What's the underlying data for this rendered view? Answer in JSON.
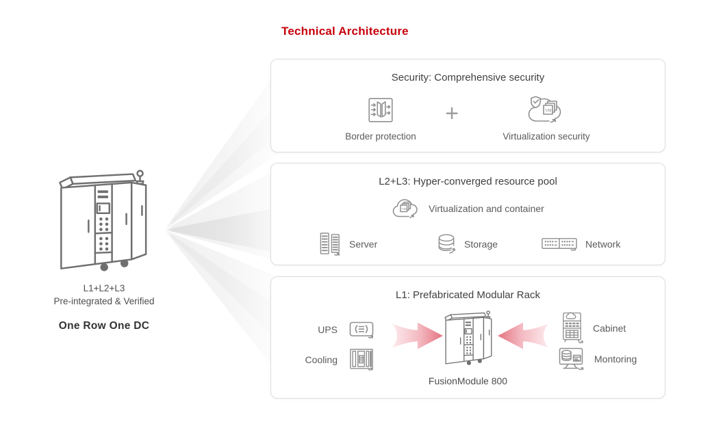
{
  "title": "Technical Architecture",
  "left_figure": {
    "caption_line1": "L1+L2+L3",
    "caption_line2": "Pre-integrated & Verified",
    "tagline": "One Row One DC"
  },
  "panels": {
    "security": {
      "heading": "Security: Comprehensive security",
      "plus": "+",
      "items": [
        {
          "label": "Border protection",
          "icon": "border-protection-icon"
        },
        {
          "label": "Virtualization security",
          "icon": "virtualization-security-icon"
        }
      ]
    },
    "resource": {
      "heading": "L2+L3: Hyper-converged resource pool",
      "cloud_label": "Virtualization and container",
      "cloud_icon": "cloud-virtualization-icon",
      "items": [
        {
          "label": "Server",
          "icon": "server-icon"
        },
        {
          "label": "Storage",
          "icon": "storage-icon"
        },
        {
          "label": "Network",
          "icon": "network-icon"
        }
      ]
    },
    "rack": {
      "heading": "L1: Prefabricated Modular Rack",
      "left_items": [
        {
          "label": "UPS",
          "icon": "ups-icon"
        },
        {
          "label": "Cooling",
          "icon": "cooling-icon"
        }
      ],
      "right_items": [
        {
          "label": "Cabinet",
          "icon": "cabinet-icon"
        },
        {
          "label": "Montoring",
          "icon": "monitoring-icon"
        }
      ],
      "center_label": "FusionModule 800"
    }
  },
  "icon_text": {
    "vm": "VM"
  },
  "colors": {
    "accent": "#c7000b",
    "panel_border": "#dcdcdc",
    "heading_text": "#3f3f3f",
    "label_text": "#5a5a5a",
    "icon_stroke": "#8f8f8f",
    "rack_stroke": "#6f6f6f",
    "arrow_tip": "#e4737f",
    "arrow_light": "#fcebed"
  }
}
